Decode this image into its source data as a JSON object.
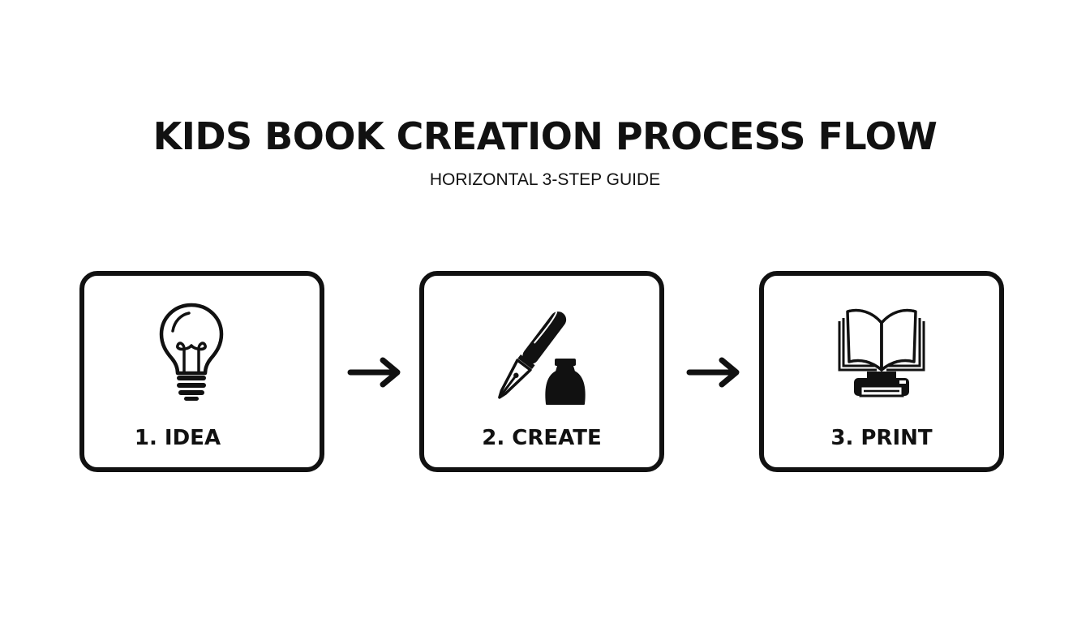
{
  "header": {
    "title": "KIDS BOOK CREATION PROCESS FLOW",
    "subtitle": "HORIZONTAL 3-STEP GUIDE"
  },
  "steps": [
    {
      "label": "1. IDEA",
      "icon": "lightbulb-icon"
    },
    {
      "label": "2. CREATE",
      "icon": "fountain-pen-inkwell-icon"
    },
    {
      "label": "3. PRINT",
      "icon": "book-printer-icon"
    }
  ],
  "connectors": [
    {
      "icon": "arrow-right-icon"
    },
    {
      "icon": "arrow-right-icon"
    }
  ],
  "colors": {
    "ink": "#111111",
    "background": "#ffffff"
  }
}
